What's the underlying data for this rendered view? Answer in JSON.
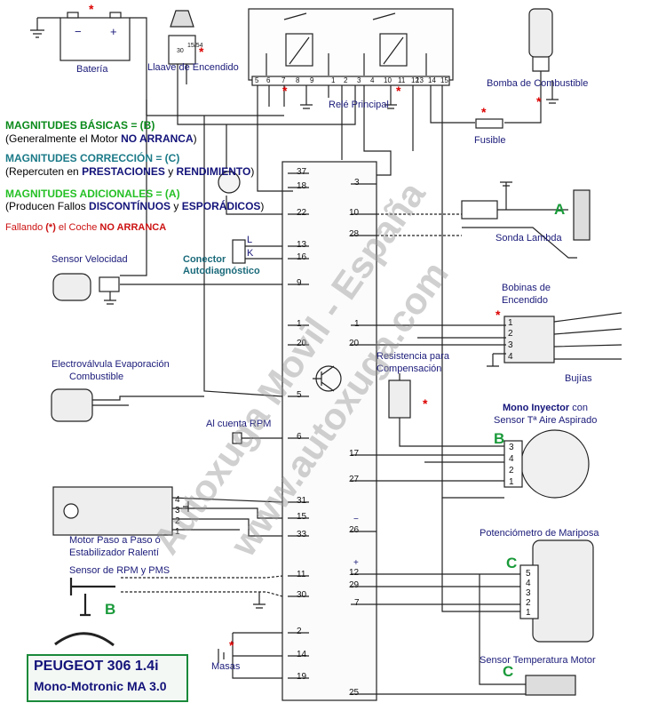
{
  "title": {
    "model": "PEUGEOT 306  1.4i",
    "system": "Mono-Motronic MA 3.0"
  },
  "legend": {
    "basic": "MAGNITUDES BÁSICAS = (B)",
    "basic_sub_pre": "(Generalmente el Motor ",
    "basic_sub_em": "NO ARRANCA",
    "basic_sub_post": ")",
    "corr": "MAGNITUDES CORRECCIÓN = (C)",
    "corr_sub_pre": "(Repercuten en ",
    "corr_sub_em1": "PRESTACIONES",
    "corr_sub_mid": " y ",
    "corr_sub_em2": "RENDIMIENTO",
    "corr_sub_post": ")",
    "add": "MAGNITUDES ADICIONALES = (A)",
    "add_sub_pre": "(Producen Fallos ",
    "add_sub_em1": "DISCONTÍNUOS",
    "add_sub_mid": " y ",
    "add_sub_em2": "ESPORÁDICOS",
    "add_sub_post": ")",
    "fail_pre": "Fallando ",
    "fail_star": "(*)",
    "fail_mid": " el Coche ",
    "fail_em": "NO ARRANCA"
  },
  "labels": {
    "bateria": "Batería",
    "llave": "Llaave de Encendido",
    "rele": "Relé Principal",
    "bomba": "Bomba de Combustible",
    "fusible": "Fusible",
    "sonda": "Sonda Lambda",
    "sensor_vel": "Sensor Velocidad",
    "conector_1": "Conector",
    "conector_2": "Autodiagnóstico",
    "bobinas_1": "Bobinas de",
    "bobinas_2": "Encendido",
    "bujias": "Bujías",
    "resistencia_1": "Resistencia para",
    "resistencia_2": "Compensación",
    "electro_1": "Electroválvula Evaporación",
    "electro_2": "Combustible",
    "rpm_out": "Al cuenta RPM",
    "mono_1": "Mono Inyector",
    "mono_1b": " con",
    "mono_2": "Sensor Tª Aire Aspirado",
    "motor_paso_1": "Motor Paso a Paso ó",
    "motor_paso_2": "Estabilizador Ralentí",
    "potenciometro": "Potenciómetro de Mariposa",
    "sensor_rpm": "Sensor de RPM y PMS",
    "masas": "Masas",
    "sensor_temp": "Sensor Temperatura Motor",
    "l": "L",
    "k": "K",
    "plus": "+",
    "minus": "−",
    "bat_minus": "−",
    "bat_plus": "+"
  },
  "letters": {
    "a": "A",
    "b1": "B",
    "b2": "B",
    "c1": "C",
    "c2": "C"
  },
  "star": "*",
  "watermark": {
    "line1": "Autoxuga Movil - España",
    "line2": "www.autoxuga.com"
  },
  "ecu_pins_left": [
    "37",
    "18",
    "22",
    "13",
    "16",
    "9",
    "1",
    "20",
    "5",
    "6",
    "31",
    "15",
    "33",
    "11",
    "30",
    "2",
    "14",
    "19"
  ],
  "ecu_pins_right": [
    "3",
    "10",
    "28",
    "1",
    "20",
    "17",
    "27",
    "26",
    "12",
    "29",
    "7",
    "25"
  ],
  "relay_pins": [
    "5",
    "6",
    "7",
    "8",
    "9",
    "1",
    "2",
    "3",
    "4",
    "10",
    "11",
    "12",
    "13",
    "14",
    "15"
  ],
  "key_terms": [
    "15/54",
    "30"
  ],
  "coil_pins": [
    "1",
    "2",
    "3",
    "4"
  ],
  "injector_pins": [
    "3",
    "4",
    "2",
    "1"
  ],
  "stepper_pins": [
    "4",
    "3",
    "2",
    "1"
  ],
  "pot_pins": [
    "5",
    "4",
    "3",
    "2",
    "1"
  ]
}
